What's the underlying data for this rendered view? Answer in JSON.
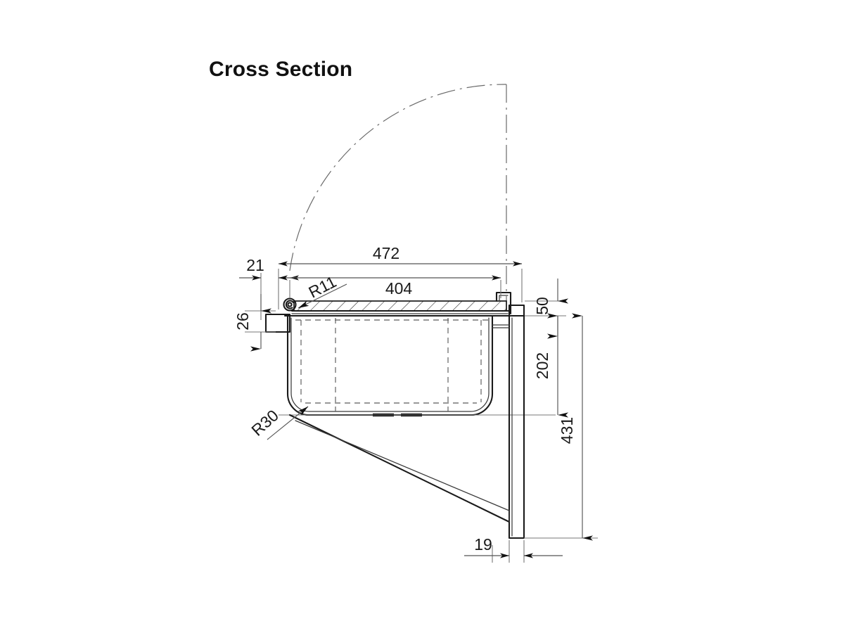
{
  "drawing": {
    "title": "Cross Section",
    "units_note": "",
    "background_color": "#ffffff",
    "line_color": "#1a1a1a",
    "dimension_color": "#555555"
  },
  "dimensions": {
    "overall_width": "472",
    "bowl_width": "404",
    "hinge_offset": "21",
    "rim_height": "26",
    "lid_to_rim": "50",
    "bowl_depth": "202",
    "overall_height": "431",
    "bracket_thickness": "19"
  },
  "radii": {
    "hinge_radius": "R11",
    "bowl_corner_radius": "R30"
  },
  "labels": [
    {
      "id": "overall-width",
      "text": "472",
      "orientation": "horizontal"
    },
    {
      "id": "bowl-width",
      "text": "404",
      "orientation": "horizontal"
    },
    {
      "id": "hinge-offset",
      "text": "21",
      "orientation": "horizontal"
    },
    {
      "id": "bracket-thickness",
      "text": "19",
      "orientation": "horizontal"
    },
    {
      "id": "rim-height",
      "text": "26",
      "orientation": "vertical"
    },
    {
      "id": "lid-to-rim",
      "text": "50",
      "orientation": "vertical"
    },
    {
      "id": "bowl-depth",
      "text": "202",
      "orientation": "vertical"
    },
    {
      "id": "overall-height",
      "text": "431",
      "orientation": "vertical"
    },
    {
      "id": "hinge-radius",
      "text": "R11",
      "orientation": "diagonal"
    },
    {
      "id": "bowl-corner-radius",
      "text": "R30",
      "orientation": "diagonal"
    }
  ],
  "geometry_notes": {
    "swing_arc": "lid opening swing path shown as dash-dot arc",
    "wall_plate": "vertical mounting bracket at right",
    "diagonal_brace": "angled support brace from bowl base to bracket",
    "lid": "hinged hatched lid over bowl",
    "bowl": "rounded rectangular bowl section with hidden interior lines"
  }
}
